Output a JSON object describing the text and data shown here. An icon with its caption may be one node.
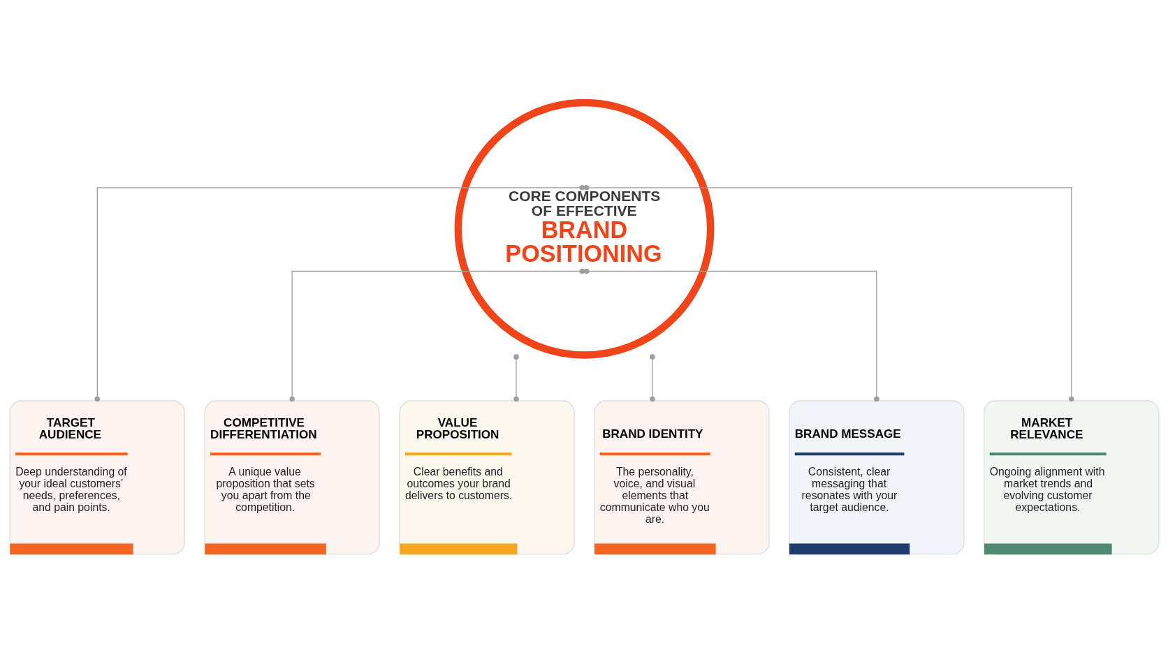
{
  "diagram": {
    "nodes": [
      {
        "text": [
          "CORE COMPONENTS OF EFFECTIVE",
          "BRAND POSITIONING"
        ]
      },
      {
        "text": [
          "TARGET AUDIENCE",
          "Deep understanding of your ideal customers’ needs, preferences, and pain points."
        ]
      },
      {
        "text": [
          "COMPETITIVE DIFFERENTIATION",
          "A unique value proposition that sets you apart from the competition."
        ]
      },
      {
        "text": [
          "VALUE PROPOSITION",
          "Clear benefits and outcomes your brand delivers to customers."
        ]
      },
      {
        "text": [
          "BRAND IDENTITY",
          "The personality, voice, and visual elements that communicate who you are."
        ]
      },
      {
        "text": [
          "BRAND MESSAGE",
          "Consistent, clear messaging that resonates with your target audience."
        ]
      },
      {
        "text": [
          "MARKET RELEVANCE",
          "Ongoing alignment with market trends and evolving customer expectations."
        ]
      }
    ],
    "edges": [
      {
        "from": 0,
        "to": 1,
        "arrow": "other"
      },
      {
        "from": 0,
        "to": 2,
        "arrow": "other"
      },
      {
        "from": 0,
        "to": 3,
        "arrow": "other"
      },
      {
        "from": 0,
        "to": 4,
        "arrow": "other"
      },
      {
        "from": 0,
        "to": 5,
        "arrow": "other"
      },
      {
        "from": 0,
        "to": 6,
        "arrow": "other"
      }
    ]
  }
}
